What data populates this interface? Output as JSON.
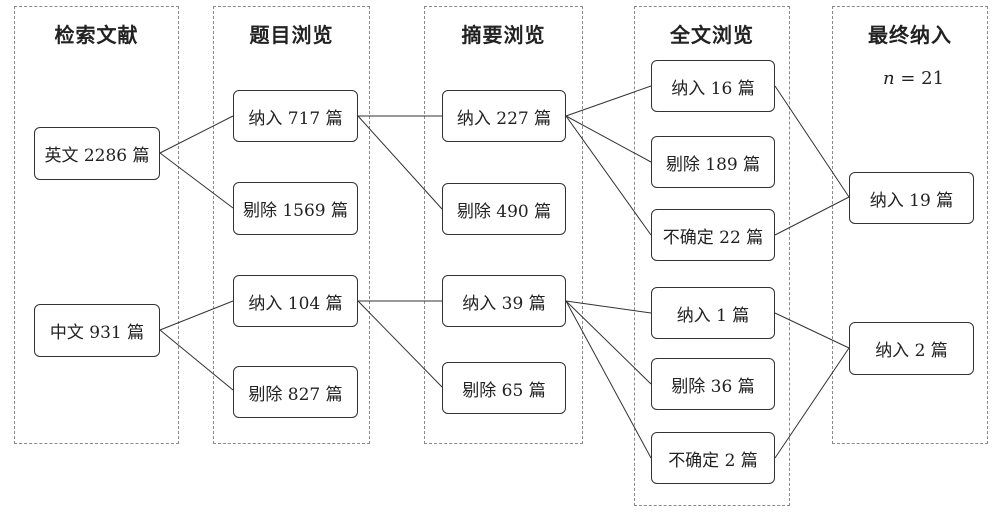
{
  "columns": {
    "search": "检索文献",
    "title_screen": "题目浏览",
    "abstract_screen": "摘要浏览",
    "fulltext_screen": "全文浏览",
    "final": "最终纳入"
  },
  "final_count": {
    "variable": "n",
    "equals": "= 21"
  },
  "nodes": {
    "english": "英文 2286 篇",
    "chinese": "中文 931 篇",
    "en_title_include": "纳入 717 篇",
    "en_title_exclude": "剔除 1569 篇",
    "zh_title_include": "纳入 104 篇",
    "zh_title_exclude": "剔除 827 篇",
    "en_abs_include": "纳入 227 篇",
    "en_abs_exclude": "剔除 490 篇",
    "zh_abs_include": "纳入 39 篇",
    "zh_abs_exclude": "剔除 65 篇",
    "en_full_include": "纳入 16 篇",
    "en_full_exclude": "剔除 189 篇",
    "en_full_uncertain": "不确定 22 篇",
    "zh_full_include": "纳入 1 篇",
    "zh_full_exclude": "剔除 36 篇",
    "zh_full_uncertain": "不确定 2 篇",
    "en_final": "纳入 19 篇",
    "zh_final": "纳入 2 篇"
  }
}
